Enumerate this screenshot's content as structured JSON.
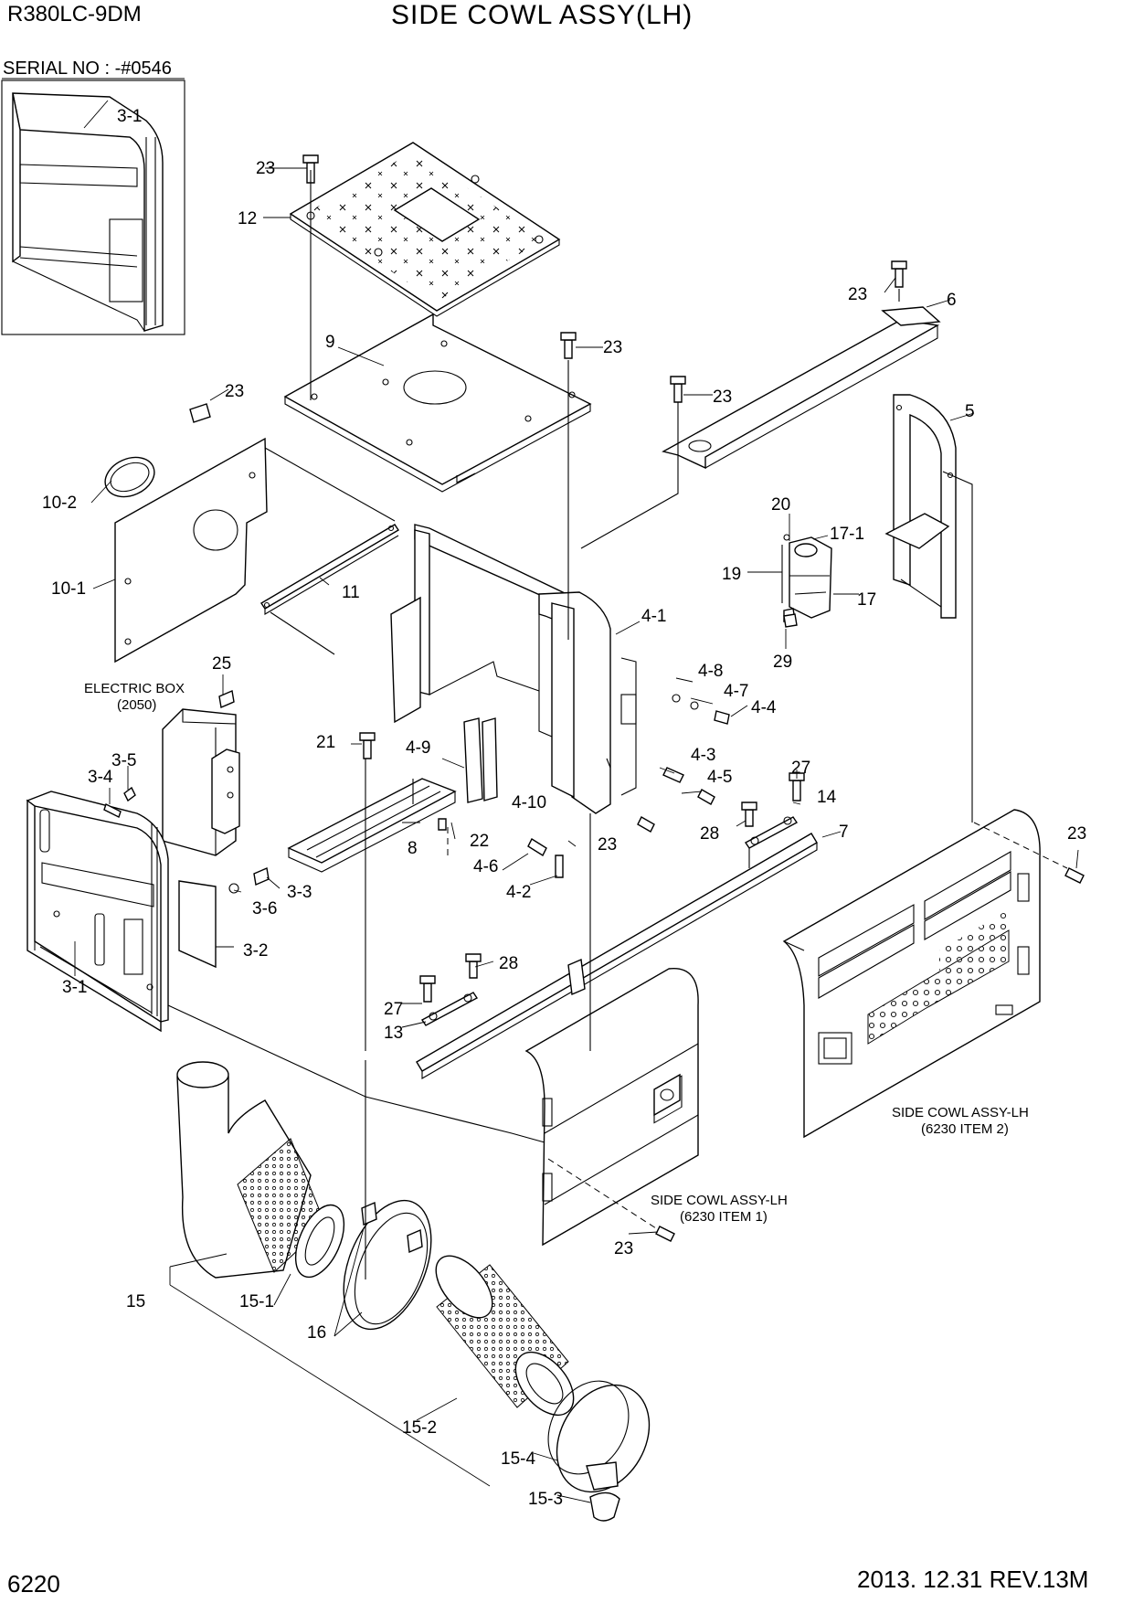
{
  "header": {
    "model": "R380LC-9DM",
    "title": "SIDE COWL ASSY(LH)",
    "serial": "SERIAL NO : -#0546"
  },
  "footer": {
    "page_number": "6220",
    "revision": "2013. 12.31  REV.13M"
  },
  "notes": {
    "electric_box_1": "ELECTRIC BOX",
    "electric_box_2": "(2050)",
    "cowl_item1_1": "SIDE COWL ASSY-LH",
    "cowl_item1_2": "(6230 ITEM 1)",
    "cowl_item2_1": "SIDE COWL ASSY-LH",
    "cowl_item2_2": "(6230 ITEM 2)"
  },
  "callouts": {
    "inset_3_1": "3-1",
    "c23_a": "23",
    "c12": "12",
    "c9": "9",
    "c23_b": "23",
    "c23_c": "23",
    "c10_2": "10-2",
    "c10_1": "10-1",
    "c11": "11",
    "c23_d": "23",
    "c6": "6",
    "c23_e": "23",
    "c5": "5",
    "c20": "20",
    "c17_1": "17-1",
    "c19": "19",
    "c17": "17",
    "c29": "29",
    "c4_1": "4-1",
    "c4_8": "4-8",
    "c4_7": "4-7",
    "c4_4": "4-4",
    "c25": "25",
    "c21": "21",
    "c4_9": "4-9",
    "c4_3": "4-3",
    "c4_5": "4-5",
    "c27_a": "27",
    "c14": "14",
    "c3_5": "3-5",
    "c3_4": "3-4",
    "c4_10": "4-10",
    "c28_a": "28",
    "c7": "7",
    "c22": "22",
    "c23_f": "23",
    "c8": "8",
    "c4_6": "4-6",
    "c23_g": "23",
    "c4_2": "4-2",
    "c3_3": "3-3",
    "c3_6": "3-6",
    "c3_2": "3-2",
    "c3_1": "3-1",
    "c28_b": "28",
    "c27_b": "27",
    "c13": "13",
    "c23_h": "23",
    "c15": "15",
    "c15_1": "15-1",
    "c16": "16",
    "c15_2": "15-2",
    "c15_4": "15-4",
    "c15_3": "15-3"
  }
}
